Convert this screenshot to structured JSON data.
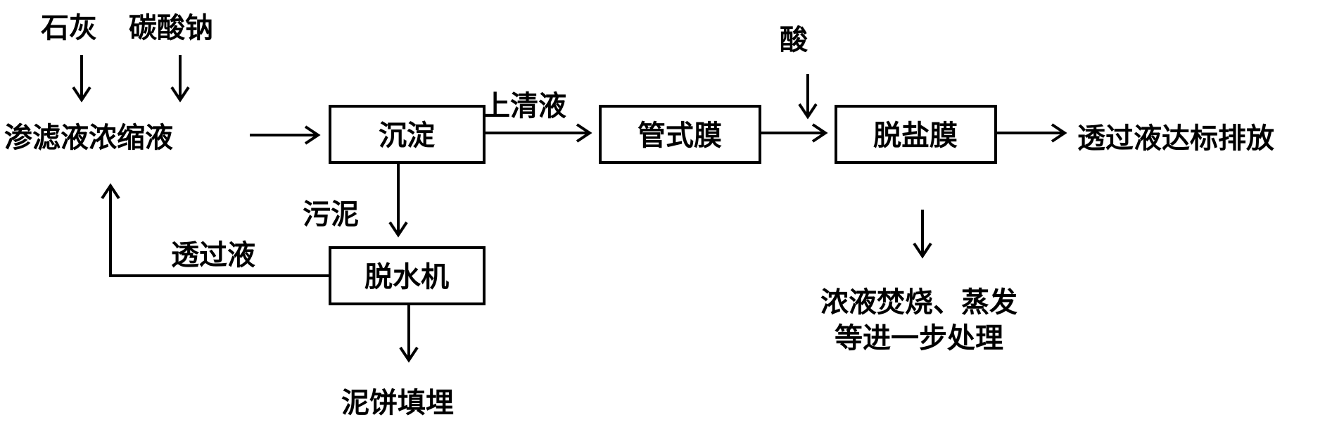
{
  "inputs": {
    "lime": "石灰",
    "sodium_carbonate": "碳酸钠",
    "acid": "酸"
  },
  "nodes": {
    "leachate_concentrate": "渗滤液浓缩液",
    "sedimentation": "沉淀",
    "tubular_membrane": "管式膜",
    "desalination_membrane": "脱盐膜",
    "dewatering_machine": "脱水机",
    "permeate_discharge": "透过液达标排放",
    "sludge_cake_landfill": "泥饼填埋",
    "concentrate_treatment_line1": "浓液焚烧、蒸发",
    "concentrate_treatment_line2": "等进一步处理"
  },
  "flow_labels": {
    "supernatant": "上清液",
    "sludge": "污泥",
    "permeate_return": "透过液"
  },
  "colors": {
    "stroke": "#000000",
    "background": "#ffffff"
  }
}
